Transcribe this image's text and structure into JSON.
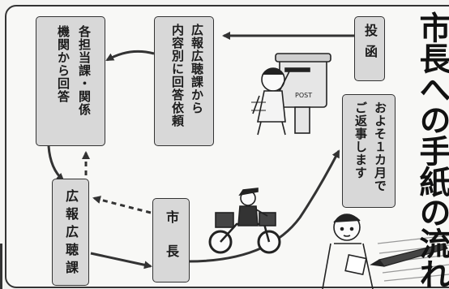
{
  "title": "市長への手紙の流れ",
  "boxes": {
    "toukan": "投函",
    "koho_irai": [
      "広報広聴課から",
      "内容別に回答依頼"
    ],
    "kakutantou": [
      "各担当課・関係",
      "機関から回答"
    ],
    "koho_kocho": "広報広聴課",
    "shicho": "市長",
    "henji": [
      "およそ１カ月で",
      "ご返事します"
    ]
  },
  "illustration": {
    "postbox_label": "POST"
  },
  "colors": {
    "box_fill": "#d8d8d8",
    "line": "#333333",
    "background": "#f8f8f6"
  }
}
